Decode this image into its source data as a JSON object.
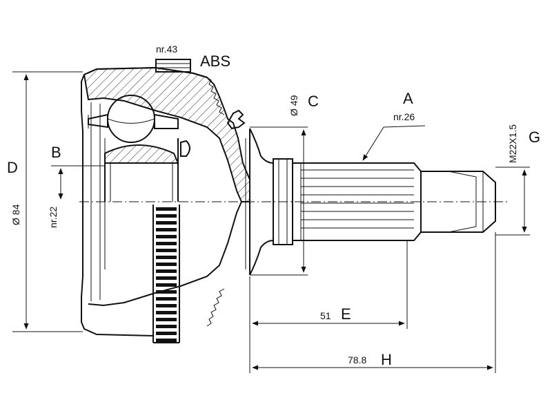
{
  "diagram": {
    "colors": {
      "line": "#111111",
      "background": "#ffffff"
    },
    "labels": {
      "abs": "ABS",
      "abs_teeth": "nr.43",
      "c": "C",
      "c_dim": "Ø 49",
      "a": "A",
      "a_teeth": "nr.26",
      "g": "G",
      "g_dim": "M22X1.5",
      "d": "D",
      "d_dim": "Ø 84",
      "b": "B",
      "b_teeth": "nr.22",
      "e": "E",
      "e_dim": "51",
      "h": "H",
      "h_dim": "78.8"
    }
  }
}
